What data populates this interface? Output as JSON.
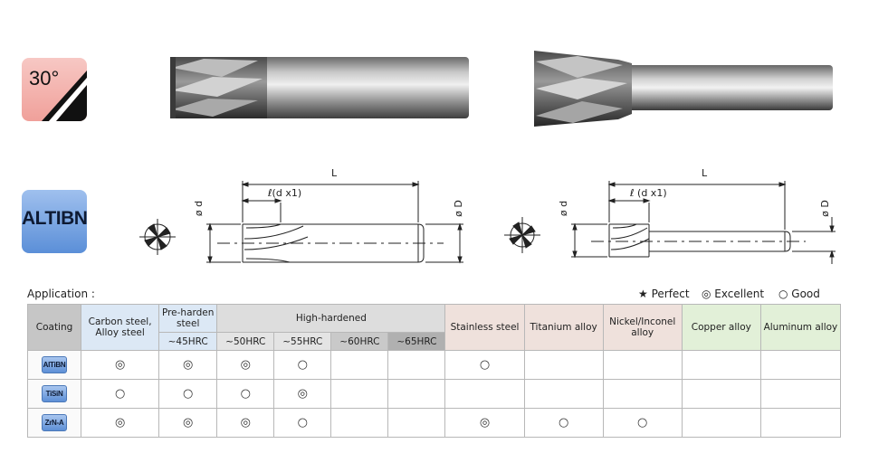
{
  "badges": {
    "angle": "30°",
    "coating": "ALTIBN"
  },
  "drawing_left": {
    "length_label": "L",
    "flute_label": "ℓ(d x1)",
    "dia_label": "ø d",
    "shank_dia_label": "ø D"
  },
  "drawing_right": {
    "length_label": "L",
    "flute_label": "ℓ (d x1)",
    "dia_label": "ø d",
    "shank_dia_label": "ø D"
  },
  "application": {
    "label": "Application :",
    "legend": {
      "perfect": "★ Perfect",
      "excellent": "◎ Excellent",
      "good": "○ Good"
    }
  },
  "table": {
    "headers": {
      "coating": "Coating",
      "carbon": "Carbon steel, Alloy steel",
      "preharden": "Pre-harden steel",
      "preharden_sub": "~45HRC",
      "high_hardened": "High-hardened",
      "hh_subs": [
        "~50HRC",
        "~55HRC",
        "~60HRC",
        "~65HRC"
      ],
      "stainless": "Stainless steel",
      "titanium": "Titanium alloy",
      "nickel": "Nickel/Inconel alloy",
      "copper": "Copper alloy",
      "aluminum": "Aluminum alloy"
    },
    "rows": [
      {
        "coating": "AlTiBN",
        "cells": [
          "◎",
          "◎",
          "◎",
          "○",
          "",
          "",
          "○",
          "",
          "",
          "",
          ""
        ]
      },
      {
        "coating": "TiSiN",
        "cells": [
          "○",
          "○",
          "○",
          "◎",
          "",
          "",
          "",
          "",
          "",
          "",
          ""
        ]
      },
      {
        "coating": "ZrN-A",
        "cells": [
          "◎",
          "◎",
          "◎",
          "○",
          "",
          "",
          "◎",
          "○",
          "○",
          "",
          ""
        ]
      }
    ]
  }
}
